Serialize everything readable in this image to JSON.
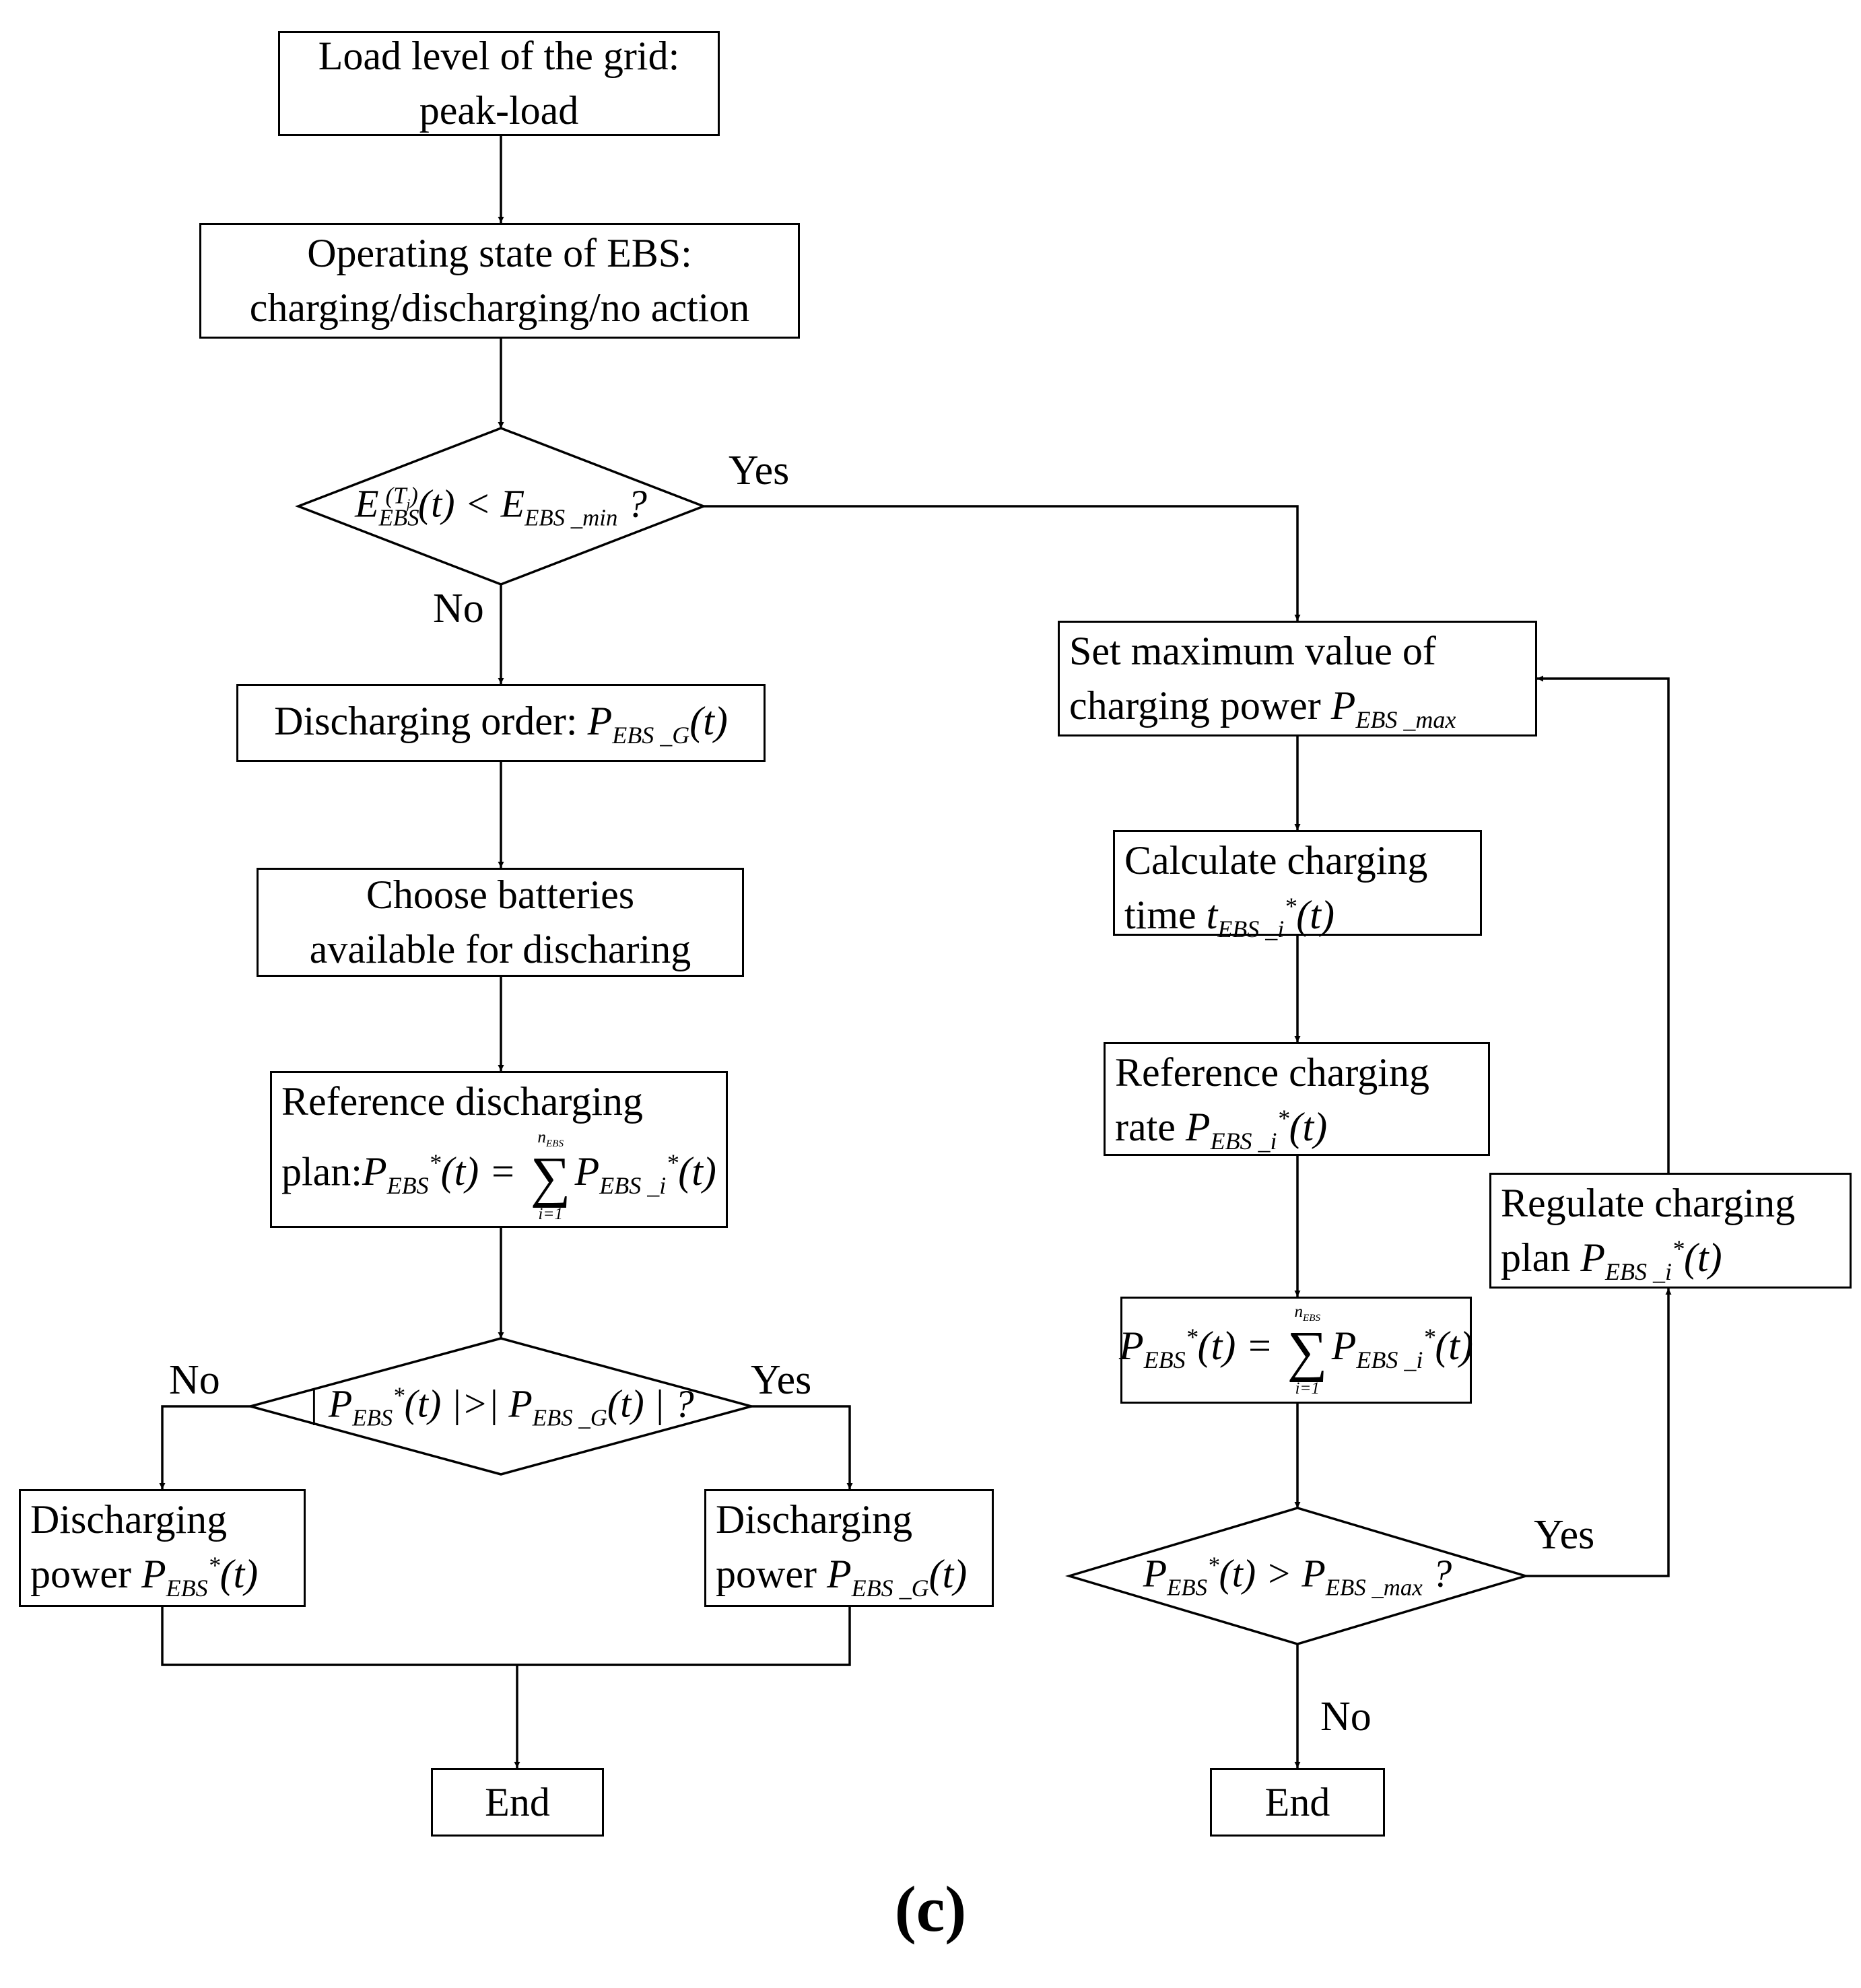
{
  "flowchart": {
    "start": {
      "line1": "Load level of the grid:",
      "line2": "peak-load"
    },
    "state": {
      "line1": "Operating state of EBS:",
      "line2": "charging/discharging/no action"
    },
    "decision1": {
      "text": "E_EBS^(Tj)(t) < E_EBS_min ?",
      "yes_label": "Yes",
      "no_label": "No"
    },
    "discharge_order": {
      "line1": "Discharging order: P_EBS_G(t)"
    },
    "choose": {
      "line1": "Choose batteries",
      "line2": "available for discharing"
    },
    "ref_discharge": {
      "line1": "Reference discharging",
      "line2": "plan: P_EBS*(t) = Σ_{i=1}^{n_EBS} P_EBS_i*(t)"
    },
    "decision2": {
      "text": "|P_EBS*(t)|>|P_EBS_G(t)|?",
      "yes_label": "Yes",
      "no_label": "No"
    },
    "discharge_a": {
      "line1": "Discharging",
      "line2": "power P_EBS*(t)"
    },
    "discharge_b": {
      "line1": "Discharging",
      "line2": "power P_EBS_G(t)"
    },
    "end_left": {
      "text": "End"
    },
    "set_max": {
      "line1": "Set maximum value of",
      "line2": "charging power P_EBS_max"
    },
    "calc_time": {
      "line1": "Calculate charging",
      "line2": "time t_EBS_i*(t)"
    },
    "ref_rate": {
      "line1": "Reference charging",
      "line2": "rate P_EBS_i*(t)"
    },
    "sum_box": {
      "text": "P_EBS*(t) = Σ_{i=1}^{n_EBS} P_EBS_i*(t)"
    },
    "decision3": {
      "text": "P_EBS*(t) > P_EBS_max ?",
      "yes_label": "Yes",
      "no_label": "No"
    },
    "regulate": {
      "line1": "Regulate charging",
      "line2": "plan P_EBS_i*(t)"
    },
    "end_right": {
      "text": "End"
    }
  },
  "caption": "(c)"
}
